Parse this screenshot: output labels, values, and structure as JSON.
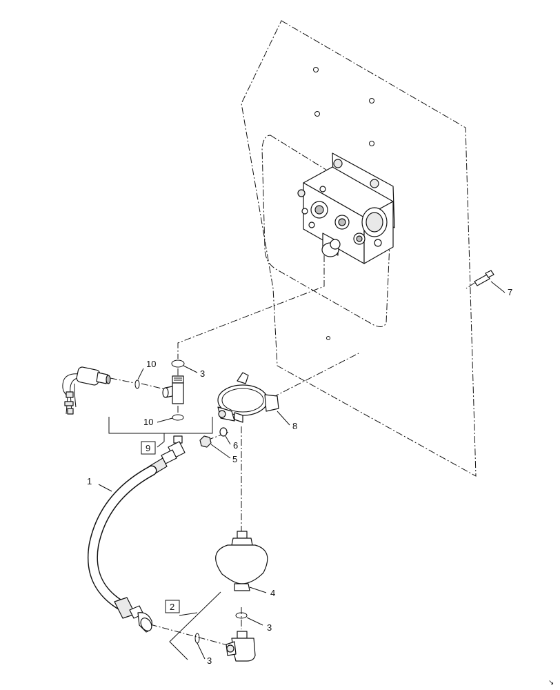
{
  "callouts": {
    "c1": "1",
    "c2": "2",
    "c3a": "3",
    "c3b": "3",
    "c3c": "3",
    "c4": "4",
    "c5": "5",
    "c6": "6",
    "c7": "7",
    "c8": "8",
    "c9": "9",
    "c10a": "10",
    "c10b": "10"
  },
  "corner_mark": "↘"
}
